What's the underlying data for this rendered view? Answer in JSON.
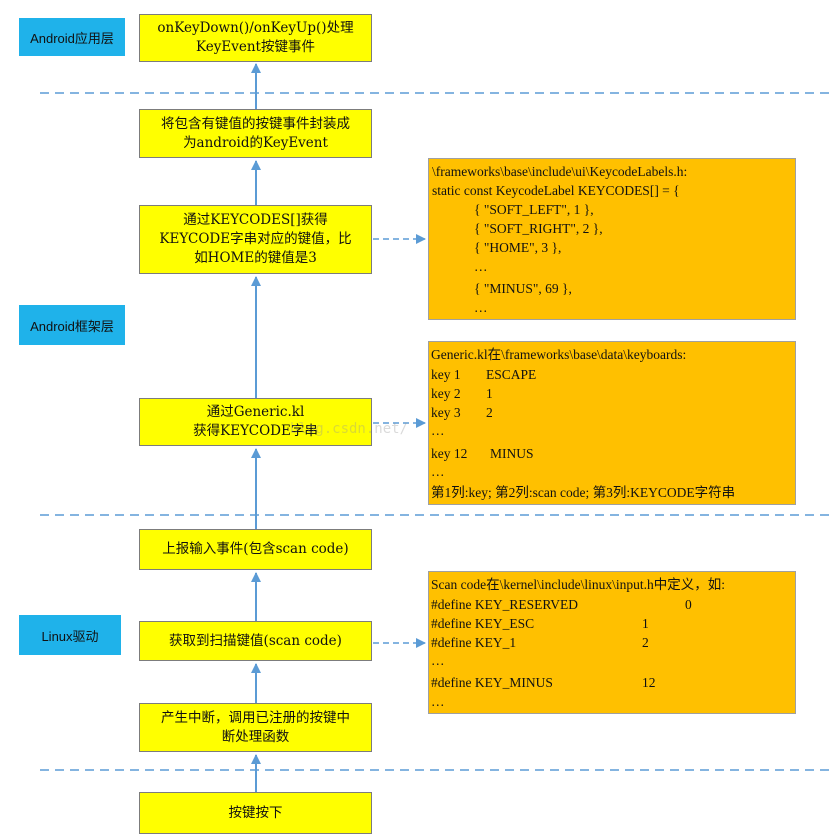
{
  "layers": {
    "android_app": "Android应用层",
    "android_framework": "Android框架层",
    "linux_driver": "Linux驱动"
  },
  "steps": {
    "key_handle": [
      "onKeyDown()/onKeyUp()处理",
      "KeyEvent按键事件"
    ],
    "wrap_event": [
      "将包含有键值的按键事件封装成",
      "为android的KeyEvent"
    ],
    "get_keycode_value": [
      "通过KEYCODES[]获得",
      "KEYCODE字串对应的键值，比",
      "如HOME的键值是3"
    ],
    "get_keycode_string": [
      "通过Generic.kl",
      "获得KEYCODE字串"
    ],
    "report_event": [
      "上报输入事件(包含scan code)"
    ],
    "get_scan_code": [
      "获取到扫描键值(scan code)"
    ],
    "interrupt": [
      "产生中断，调用已注册的按键中",
      "断处理函数"
    ],
    "key_press": [
      "按键按下"
    ]
  },
  "notes": {
    "keycodes": {
      "lines": [
        "\\frameworks\\base\\include\\ui\\KeycodeLabels.h:",
        "static const KeycodeLabel KEYCODES[] = {",
        "{ \"SOFT_LEFT\", 1 },",
        "{ \"SOFT_RIGHT\", 2 },",
        "{ \"HOME\", 3 },",
        "…",
        "{ \"MINUS\", 69 },",
        "…"
      ]
    },
    "generic_kl": {
      "header": "Generic.kl在\\frameworks\\base\\data\\keyboards:",
      "rows": [
        {
          "key": "key 1",
          "value": "ESCAPE"
        },
        {
          "key": "key 2",
          "value": "1"
        },
        {
          "key": "key 3",
          "value": "2"
        },
        {
          "key": "…",
          "value": ""
        },
        {
          "key": "key 12",
          "value": "MINUS"
        },
        {
          "key": "…",
          "value": ""
        }
      ],
      "footer": "第1列:key; 第2列:scan code; 第3列:KEYCODE字符串"
    },
    "scan_code": {
      "header": "Scan code在\\kernel\\include\\linux\\input.h中定义，如:",
      "rows": [
        {
          "name": "#define KEY_RESERVED",
          "value": "0"
        },
        {
          "name": "#define KEY_ESC",
          "value": "1"
        },
        {
          "name": "#define KEY_1",
          "value": "2"
        },
        {
          "name": "…",
          "value": ""
        },
        {
          "name": "#define KEY_MINUS",
          "value": "12"
        },
        {
          "name": "…",
          "value": ""
        }
      ]
    }
  },
  "watermark": "blog.csdn.net/"
}
